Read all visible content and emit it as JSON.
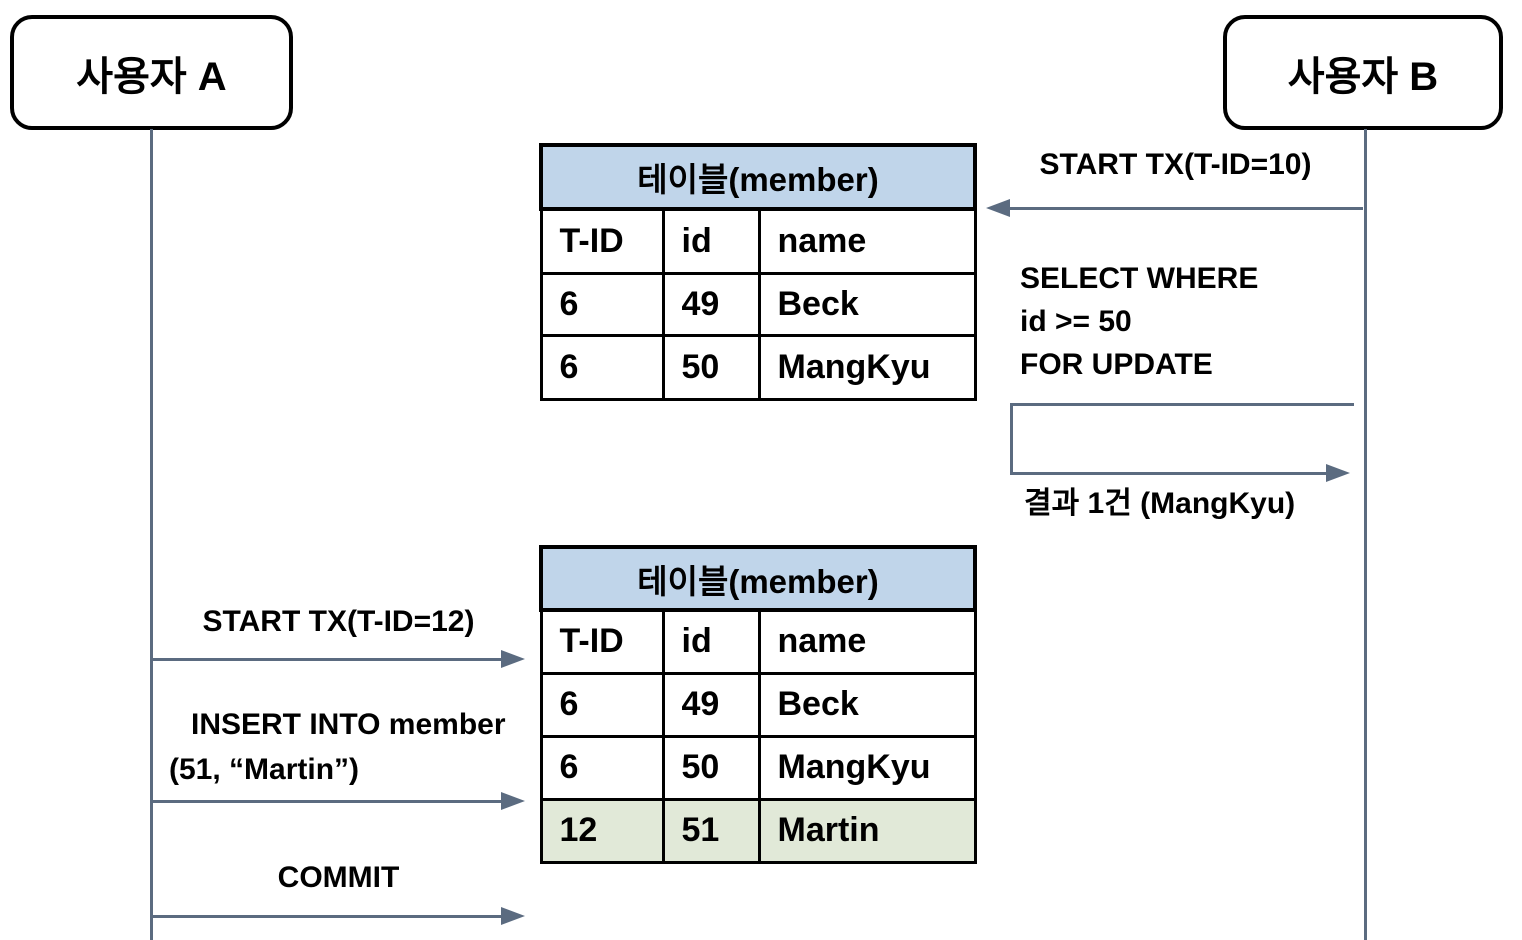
{
  "actors": {
    "a": {
      "label": "사용자 A"
    },
    "b": {
      "label": "사용자 B"
    }
  },
  "tables": {
    "t1": {
      "title": "테이블(member)",
      "columns": [
        "T-ID",
        "id",
        "name"
      ],
      "rows": [
        [
          "6",
          "49",
          "Beck"
        ],
        [
          "6",
          "50",
          "MangKyu"
        ]
      ]
    },
    "t2": {
      "title": "테이블(member)",
      "columns": [
        "T-ID",
        "id",
        "name"
      ],
      "rows": [
        [
          "6",
          "49",
          "Beck"
        ],
        [
          "6",
          "50",
          "MangKyu"
        ],
        [
          "12",
          "51",
          "Martin"
        ]
      ],
      "highlighted_row": [
        "12",
        "51",
        "Martin"
      ]
    }
  },
  "messages": {
    "b_start_tx": "START TX(T-ID=10)",
    "b_select_line1": "SELECT WHERE",
    "b_select_line2": "id >= 50",
    "b_select_line3": "FOR UPDATE",
    "b_result": "결과 1건 (MangKyu)",
    "a_start_tx": "START TX(T-ID=12)",
    "a_insert_line1": "INSERT INTO member",
    "a_insert_line2": "(51, “Martin”)",
    "a_commit": "COMMIT"
  },
  "colors": {
    "arrow": "#5b6b80",
    "table_header_bg": "#c0d5ea",
    "highlight_row_bg": "#e1e9d8",
    "border": "#000000",
    "background": "#ffffff"
  }
}
